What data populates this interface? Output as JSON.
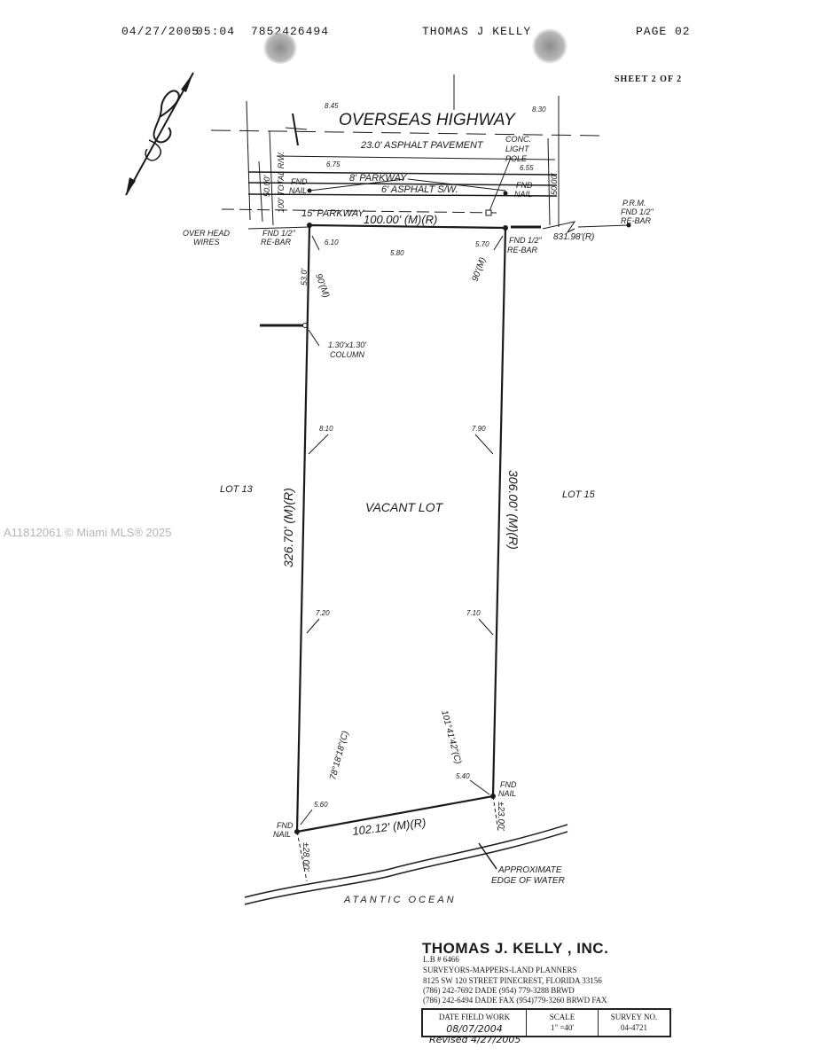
{
  "header": {
    "fax_date": "04/27/2005",
    "fax_time": "05:04",
    "fax_phone": "7852426494",
    "fax_sender": "THOMAS J KELLY",
    "fax_page": "PAGE  02",
    "sheet": "SHEET 2 OF 2"
  },
  "watermark": "A11812061 © Miami MLS® 2025",
  "plat": {
    "road": "OVERSEAS HIGHWAY",
    "pavement": "23.0' ASPHALT PAVEMENT",
    "parkway8": "8' PARKWAY",
    "sidewalk": "6' ASPHALT S/W.",
    "parkway15": "15' PARKWAY",
    "total_rw": "100' TOTAL R/W.",
    "half_rw_left": "50.00'",
    "half_rw_right": "50.00'",
    "light_pole": [
      "CONC.",
      "LIGHT",
      "POLE"
    ],
    "fnd_nail": [
      "FND",
      "NAIL"
    ],
    "fnd_rebar": [
      "FND 1/2\"",
      "RE-BAR"
    ],
    "overhead_wires": [
      "OVER HEAD",
      "WIRES"
    ],
    "prm": [
      "P.R.M.",
      "FND 1/2\"",
      "RE-BAR"
    ],
    "prm_distance": "831.98'(R)",
    "top_dimension": "100.00'  (M)(R)",
    "left_dimension": "326.70'  (M)(R)",
    "right_dimension": "306.00'  (M)(R)",
    "bottom_dimension": "102.12'  (M)(R)",
    "angle_top_left": "90'(M)",
    "angle_top_right": "90'(M)",
    "angle_bottom_left": "78°18'18\"(C)",
    "angle_bottom_right": "101°41'42\"(C)",
    "setback_left": "53.0'",
    "column": [
      "1.30'x1.30'",
      "COLUMN"
    ],
    "lot_center": "VACANT LOT",
    "lot_left": "LOT 13",
    "lot_right": "LOT 15",
    "water_edge": [
      "APPROXIMATE",
      "EDGE OF WATER"
    ],
    "water_left": "±28.00'",
    "water_right": "±23.00'",
    "ocean": "ATANTIC  OCEAN",
    "elev": {
      "e845": "8.45",
      "e830": "8.30",
      "e675": "6.75",
      "e655": "6.55",
      "e610": "6.10",
      "e580": "5.80",
      "e570": "5.70",
      "e810": "8.10",
      "e790": "7.90",
      "e720": "7.20",
      "e710": "7.10",
      "e540": "5.40",
      "e560": "5.60"
    }
  },
  "title_block": {
    "firm": "THOMAS J. KELLY , INC.",
    "lb": "L.B # 6466",
    "services": "SURVEYORS-MAPPERS-LAND PLANNERS",
    "address": "8125 SW 120 STREET PINECREST, FLORIDA 33156",
    "phone": "(786) 242-7692 DADE     (954) 779-3288 BRWD",
    "fax": "(786) 242-6494 DADE FAX (954)779-3260 BRWD FAX",
    "col_date": "DATE FIELD WORK",
    "val_date": "08/07/2004",
    "col_scale": "SCALE",
    "val_scale": "1\" =40'",
    "col_survey": "SURVEY NO.",
    "val_survey": "04-4721",
    "revised": "Revised  4/27/2005"
  },
  "colors": {
    "ink": "#1a1a1a",
    "watermark": "#b5b5b5"
  }
}
